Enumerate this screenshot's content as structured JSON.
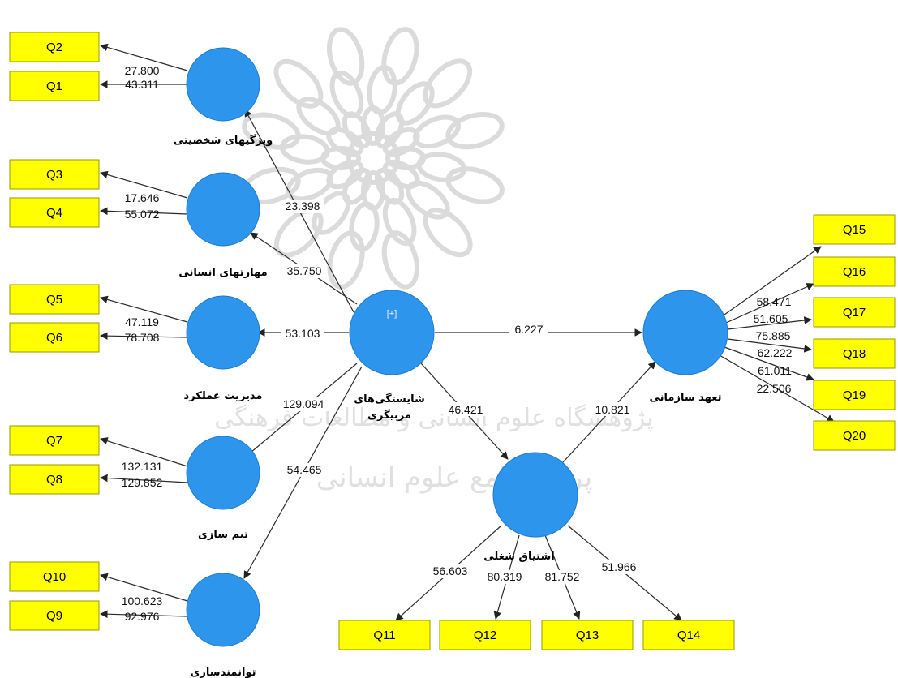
{
  "diagram": {
    "header_text": "",
    "hub": {
      "label_line1": "شایستگی‌های",
      "label_line2": "مربیگری",
      "marker": "[+]"
    },
    "watermark": {
      "line1": "پژوهشگاه علوم انسانی و مطالعات فرهنگی",
      "line2": "پرتال جامع علوم انسانی"
    },
    "constructs": [
      {
        "id": "c1",
        "label": "ویژگیهای شخصیتی",
        "path_coef": "23.398",
        "indicators": [
          {
            "name": "Q2",
            "loading": "27.800"
          },
          {
            "name": "Q1",
            "loading": "43.311"
          }
        ]
      },
      {
        "id": "c2",
        "label": "مهارتهای انسانی",
        "path_coef": "35.750",
        "indicators": [
          {
            "name": "Q3",
            "loading": "17.646"
          },
          {
            "name": "Q4",
            "loading": "55.072"
          }
        ]
      },
      {
        "id": "c3",
        "label": "مدیریت عملکرد",
        "path_coef": "53.103",
        "indicators": [
          {
            "name": "Q5",
            "loading": "47.119"
          },
          {
            "name": "Q6",
            "loading": "78.708"
          }
        ]
      },
      {
        "id": "c4",
        "label": "تیم سازی",
        "path_coef": "129.094",
        "indicators": [
          {
            "name": "Q7",
            "loading": "132.131"
          },
          {
            "name": "Q8",
            "loading": "129.852"
          }
        ]
      },
      {
        "id": "c5",
        "label": "توانمندسازی",
        "path_coef": "54.465",
        "indicators": [
          {
            "name": "Q10",
            "loading": "100.623"
          },
          {
            "name": "Q9",
            "loading": "92.976"
          }
        ]
      }
    ],
    "commitment": {
      "label": "تعهد سازمانی",
      "path_from_hub": "6.227",
      "path_from_engagement": "10.821",
      "indicators": [
        {
          "name": "Q15",
          "loading": "58.471"
        },
        {
          "name": "Q16",
          "loading": "51.605"
        },
        {
          "name": "Q17",
          "loading": "75.885"
        },
        {
          "name": "Q18",
          "loading": "62.222"
        },
        {
          "name": "Q19",
          "loading": "61.011"
        },
        {
          "name": "Q20",
          "loading": "22.506"
        }
      ]
    },
    "engagement": {
      "label": "اشتیاق شغلی",
      "path_from_hub": "46.421",
      "indicators": [
        {
          "name": "Q11",
          "loading": "56.603"
        },
        {
          "name": "Q12",
          "loading": "80.319"
        },
        {
          "name": "Q13",
          "loading": "81.752"
        },
        {
          "name": "Q14",
          "loading": "51.966"
        }
      ]
    },
    "colors": {
      "node": "#2e95ec",
      "indicator": "#ffff00",
      "line": "#2a2a2a"
    }
  }
}
